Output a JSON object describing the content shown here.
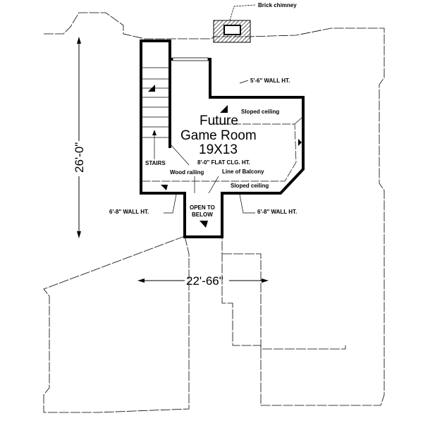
{
  "plan": {
    "room_name_line1": "Future",
    "room_name_line2": "Game Room",
    "room_size": "19X13",
    "ceiling": "8'-0\" FLAT CLG. HT.",
    "stairs": "STAIRS",
    "wood_railing": "Wood railing",
    "balcony": "Line of Balcony",
    "sloped_ceiling_top": "Sloped ceiling",
    "sloped_ceiling_bottom": "Sloped ceiling",
    "open_line1": "OPEN TO",
    "open_line2": "BELOW",
    "wall_top": "5'-6\" WALL HT.",
    "wall_left": "6'-8\" WALL HT.",
    "wall_right": "6'-8\" WALL HT.",
    "chimney": "Brick chimney",
    "dim_vertical": "26'-0\"",
    "dim_horizontal": "22'-66\""
  }
}
